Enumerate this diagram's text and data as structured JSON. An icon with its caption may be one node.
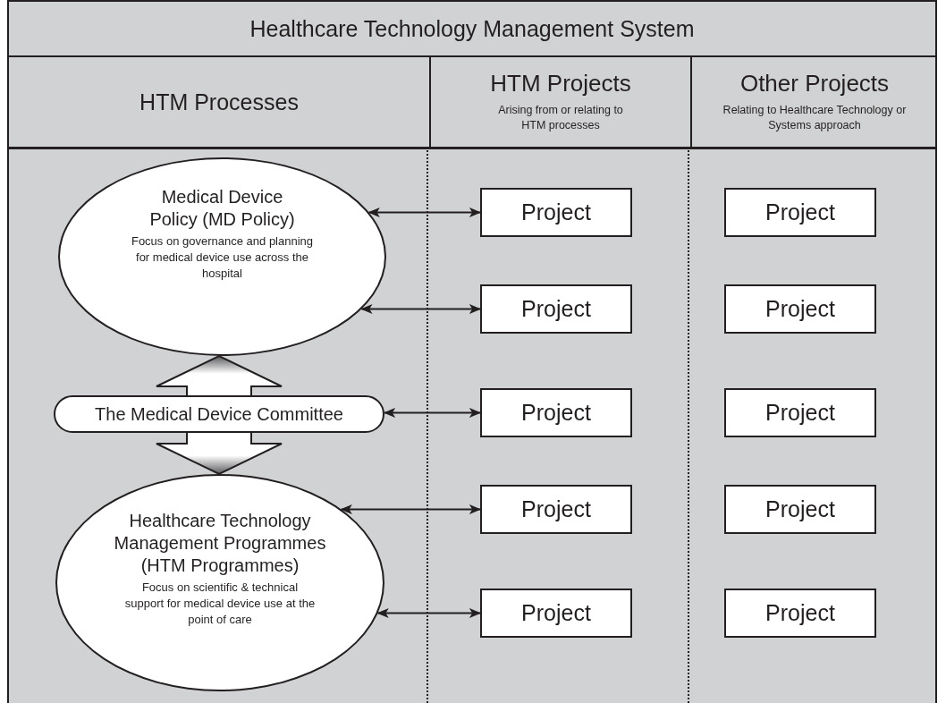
{
  "diagram": {
    "title": "Healthcare Technology Management System",
    "nodes": [
      {
        "text": [
          "Medical Device Policy (MD Policy)",
          "Focus on governance and planning for medical device use across the hospital"
        ]
      },
      {
        "text": [
          "The Medical Device Committee"
        ]
      },
      {
        "text": [
          "Healthcare Technology Management Programmes (HTM Programmes)",
          "Focus on scientific & technical support for medical device use at the point of care"
        ]
      },
      {
        "text": [
          "Project"
        ]
      },
      {
        "text": [
          "Project"
        ]
      },
      {
        "text": [
          "Project"
        ]
      },
      {
        "text": [
          "Project"
        ]
      },
      {
        "text": [
          "Project"
        ]
      },
      {
        "text": [
          "Project"
        ]
      },
      {
        "text": [
          "Project"
        ]
      },
      {
        "text": [
          "Project"
        ]
      },
      {
        "text": [
          "Project"
        ]
      },
      {
        "text": [
          "Project"
        ]
      }
    ],
    "edges": [
      {
        "from": 1,
        "to": 0,
        "arrow": "to",
        "style": "thick"
      },
      {
        "from": 1,
        "to": 2,
        "arrow": "to",
        "style": "thick"
      },
      {
        "from": 0,
        "to": 3,
        "arrow": "both"
      },
      {
        "from": 0,
        "to": 4,
        "arrow": "both"
      },
      {
        "from": 1,
        "to": 5,
        "arrow": "both"
      },
      {
        "from": 2,
        "to": 6,
        "arrow": "both"
      },
      {
        "from": 2,
        "to": 7,
        "arrow": "both"
      }
    ],
    "labels": [
      "HTM Processes",
      "HTM Projects",
      "Arising from or relating to HTM processes",
      "Other Projects",
      "Relating to Healthcare Technology or Systems approach"
    ]
  }
}
